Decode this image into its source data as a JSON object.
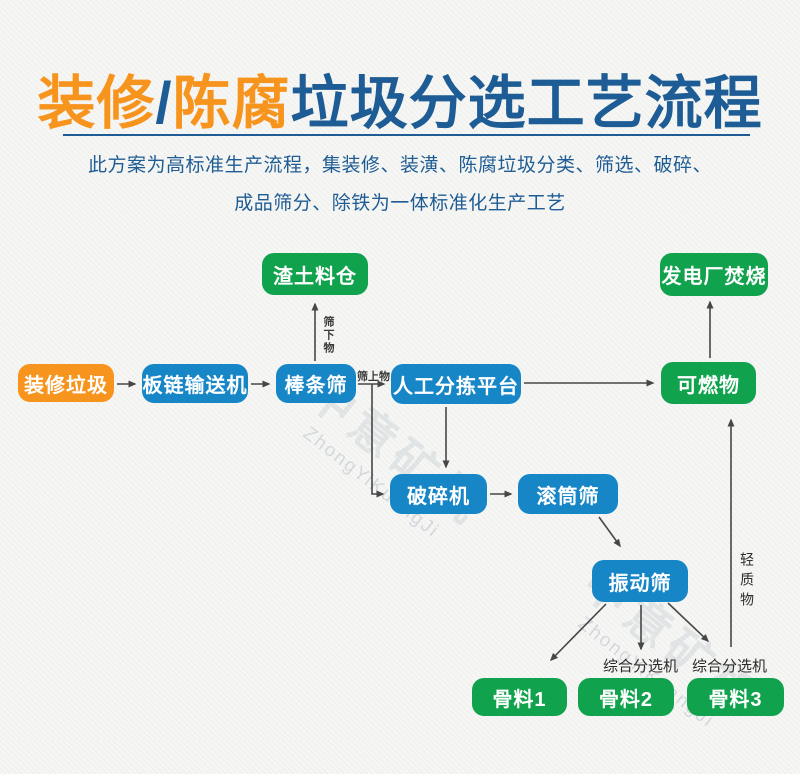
{
  "header": {
    "title": {
      "seg_orange_1": "装修",
      "slash": "/",
      "seg_orange_2": "陈腐",
      "seg_blue": "垃圾分选工艺流程"
    },
    "subtitle_line1": "此方案为高标准生产流程，集装修、装潢、陈腐垃圾分类、筛选、破碎、",
    "subtitle_line2": "成品筛分、除铁为一体标准化生产工艺"
  },
  "colors": {
    "accent_orange": "#F7941E",
    "title_blue": "#1D5C94",
    "node_blue": "#1786C7",
    "node_green": "#10A24D",
    "node_orange": "#F7941E",
    "arrow_gray": "#474747"
  },
  "flowchart": {
    "nodes": [
      {
        "id": "slag-silo",
        "label": "渣土料仓",
        "type": "green"
      },
      {
        "id": "incineration",
        "label": "发电厂焚烧",
        "type": "green"
      },
      {
        "id": "decoration-waste",
        "label": "装修垃圾",
        "type": "orange"
      },
      {
        "id": "plate-conveyor",
        "label": "板链输送机",
        "type": "blue"
      },
      {
        "id": "bar-screen",
        "label": "棒条筛",
        "type": "blue"
      },
      {
        "id": "manual-sorting",
        "label": "人工分拣平台",
        "type": "blue"
      },
      {
        "id": "combustible",
        "label": "可燃物",
        "type": "green"
      },
      {
        "id": "crusher",
        "label": "破碎机",
        "type": "blue"
      },
      {
        "id": "trommel-screen",
        "label": "滚筒筛",
        "type": "blue"
      },
      {
        "id": "vibrating-screen",
        "label": "振动筛",
        "type": "blue"
      },
      {
        "id": "aggregate-1",
        "label": "骨料1",
        "type": "green"
      },
      {
        "id": "aggregate-2",
        "label": "骨料2",
        "type": "green"
      },
      {
        "id": "aggregate-3",
        "label": "骨料3",
        "type": "green"
      }
    ],
    "edge_labels": {
      "sieve_underflow": "筛下物",
      "sieve_overflow": "筛上物",
      "light_material": "轻质物",
      "separator_left": "综合分选机",
      "separator_right": "综合分选机"
    }
  },
  "watermark": {
    "cn": "中意矿机",
    "en": "ZhongYiKuangJi"
  }
}
